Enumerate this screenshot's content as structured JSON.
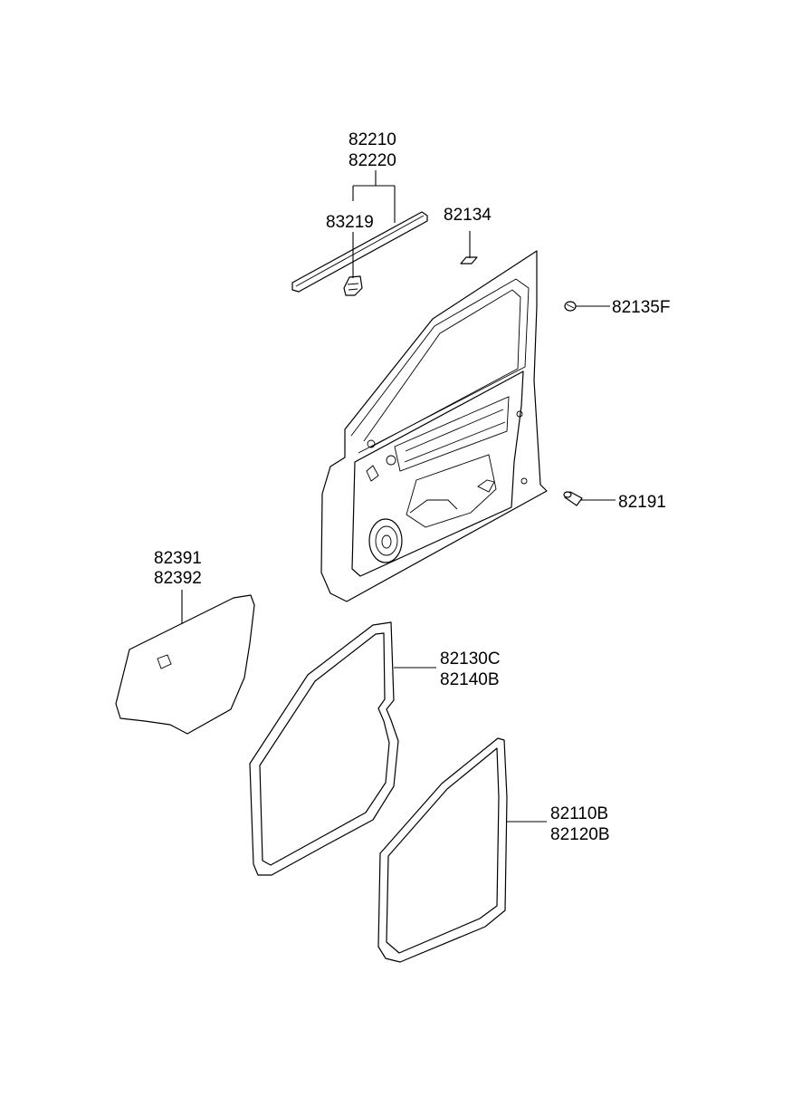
{
  "part_labels": {
    "weatherstrip_outer_belt_1": "82210",
    "weatherstrip_outer_belt_2": "82220",
    "clip": "83219",
    "plug_82134": "82134",
    "plug_82135f": "82135F",
    "plug_82191": "82191",
    "sealing_cover_1": "82391",
    "sealing_cover_2": "82392",
    "body_side_weatherstrip_1": "82130C",
    "body_side_weatherstrip_2": "82140B",
    "door_side_weatherstrip_1": "82110B",
    "door_side_weatherstrip_2": "82120B"
  }
}
